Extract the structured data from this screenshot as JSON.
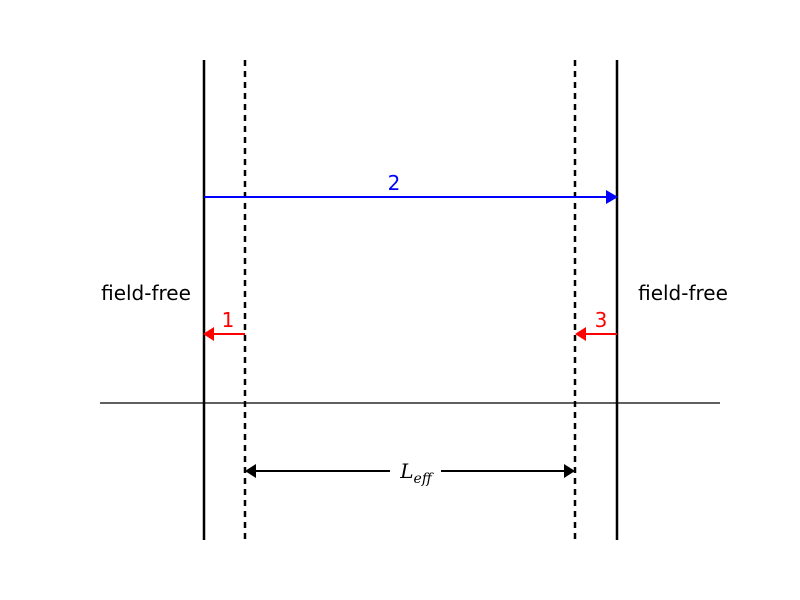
{
  "diagram": {
    "left_label": "field-free",
    "right_label": "field-free",
    "arrow_1_label": "1",
    "arrow_2_label": "2",
    "arrow_3_label": "3",
    "length_symbol": "L",
    "length_subscript": "eff"
  },
  "colors": {
    "boundary": "#000000",
    "arrow_2": "#0000ff",
    "arrows_1_3": "#ff0000",
    "dimension": "#000000"
  }
}
